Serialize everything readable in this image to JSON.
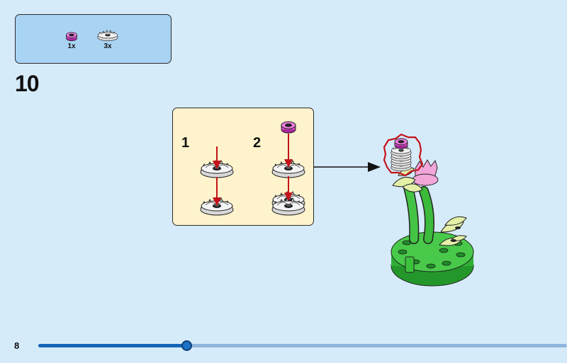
{
  "parts_list": {
    "items": [
      {
        "icon": "pink-round-plate-icon",
        "quantity": "1x",
        "color": "#d950c8"
      },
      {
        "icon": "white-flower-piece-icon",
        "quantity": "3x",
        "color": "#ffffff"
      }
    ]
  },
  "step": {
    "number": "10"
  },
  "substeps": [
    {
      "number": "1"
    },
    {
      "number": "2"
    }
  ],
  "page": {
    "number": "8"
  },
  "progress": {
    "fraction": 0.28
  },
  "colors": {
    "background": "#d6ebfa",
    "parts_box": "#a9d3f3",
    "substep_box": "#fef3cc",
    "arrow_red": "#c4121a",
    "progress_blue": "#1565b8",
    "brick_green": "#3cc33c",
    "leaf_yellow": "#e4f0a8",
    "flower_pink": "#f2a6d9"
  }
}
